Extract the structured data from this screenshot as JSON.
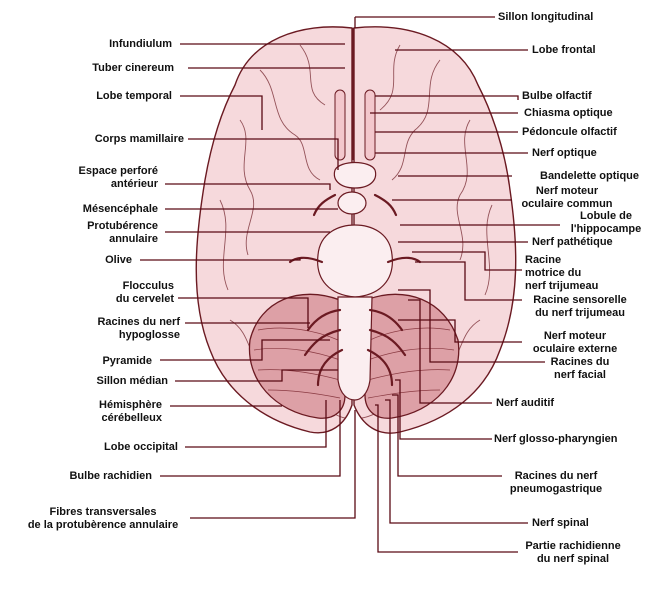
{
  "labels": {
    "sillon_longitudinal": "Sillon longitudinal",
    "infundibulum": "Infundiulum",
    "lobe_frontal": "Lobe frontal",
    "tuber_cinereum": "Tuber cinereum",
    "lobe_temporal": "Lobe temporal",
    "bulbe_olfactif": "Bulbe olfactif",
    "chiasma_optique": "Chiasma optique",
    "corps_mamillaire": "Corps mamillaire",
    "pedoncule_olfactif": "Pédoncule olfactif",
    "nerf_optique": "Nerf optique",
    "espace_perfore": "Espace perforé\nantérieur",
    "bandelette_optique": "Bandelette optique",
    "nerf_moteur_oculaire_commun": "Nerf moteur\noculaire commun",
    "mesencephale": "Mésencéphale",
    "lobule_hippocampe": "Lobule de\nl'hippocampe",
    "protuberance_annulaire": "Protubérence\nannulaire",
    "nerf_pathetique": "Nerf pathétique",
    "olive": "Olive",
    "racine_motrice": "Racine\nmotrice du\nnerf trijumeau",
    "flocculus": "Flocculus\ndu cervelet",
    "racine_sensorelle": "Racine sensorelle\ndu nerf trijumeau",
    "racines_hypoglosse": "Racines du nerf\nhypoglosse",
    "nerf_moteur_oculaire_externe": "Nerf moteur\noculaire externe",
    "pyramide": "Pyramide",
    "racines_nerf_facial": "Racines du\nnerf facial",
    "sillon_median": "Sillon médian",
    "nerf_auditif": "Nerf auditif",
    "hemisphere_cerebelleux": "Hémisphère\ncérébelleux",
    "nerf_glosso_pharyngien": "Nerf glosso-pharyngien",
    "lobe_occipital": "Lobe occipital",
    "bulbe_rachidien": "Bulbe rachidien",
    "racines_pneumogastrique": "Racines du nerf\npneumogastrique",
    "fibres_transversales": "Fibres transversales\nde la protubèrence annulaire",
    "nerf_spinal": "Nerf spinal",
    "partie_rachidienne": "Partie rachidienne\ndu nerf spinal"
  },
  "colors": {
    "cerebrum_fill": "#f6d9dc",
    "cerebrum_stroke": "#6b1a22",
    "cerebellum_fill": "#dda0a6",
    "leader_line": "#5a0a14",
    "label_text": "#111111"
  }
}
